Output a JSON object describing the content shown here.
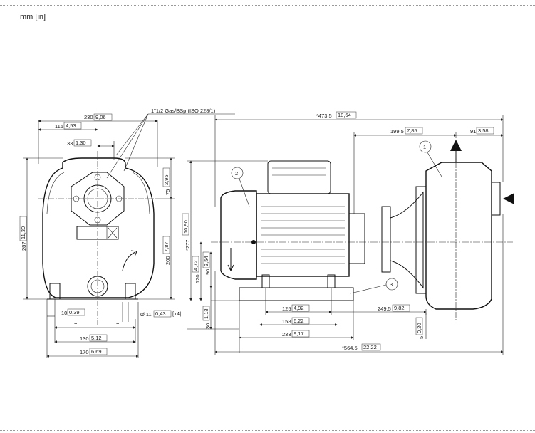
{
  "unit_label": "mm [in]",
  "pipe_thread_label": "1\"1/2 Gas/BSp (ISO 228/1)",
  "callouts": [
    "1",
    "2",
    "3"
  ],
  "front_view": {
    "overall_width": {
      "mm": "230",
      "in": "9,06"
    },
    "half_width": {
      "mm": "115",
      "in": "4,53"
    },
    "port_offset": {
      "mm": "33",
      "in": "1,30"
    },
    "overall_height": {
      "mm": "287",
      "in": "11,30"
    },
    "port_height": {
      "mm": "75",
      "in": "2,95"
    },
    "body_height": {
      "mm": "200",
      "in": "7,87"
    },
    "foot_offset": {
      "mm": "10",
      "in": "0,39"
    },
    "hole_diameter": {
      "mm": "Ø 11",
      "in": "0,43",
      "note": "[x4]"
    },
    "hole_spacing": {
      "mm": "130",
      "in": "5,12"
    },
    "base_width": {
      "mm": "170",
      "in": "6,69"
    },
    "equal_mark": "="
  },
  "side_view": {
    "overall_length": {
      "mm": "*473,5",
      "in": "18,64"
    },
    "pump_length": {
      "mm": "199,5",
      "in": "7,85"
    },
    "outlet_offset": {
      "mm": "91",
      "in": "3,58"
    },
    "overall_height": {
      "mm": "*277",
      "in": "10,90"
    },
    "axis_height": {
      "mm": "120",
      "in": "4,72"
    },
    "motor_axis": {
      "mm": "90",
      "in": "3,54"
    },
    "base_thickness": {
      "mm": "30",
      "in": "1,18"
    },
    "foot_spacing": {
      "mm": "125",
      "in": "4,92"
    },
    "foot_outer": {
      "mm": "158",
      "in": "6,22"
    },
    "base_length": {
      "mm": "233",
      "in": "9,17"
    },
    "pump_projection": {
      "mm": "249,5",
      "in": "9,82"
    },
    "drain_height": {
      "mm": "5",
      "in": "0,20"
    },
    "total_length": {
      "mm": "*564,5",
      "in": "22,22"
    }
  }
}
